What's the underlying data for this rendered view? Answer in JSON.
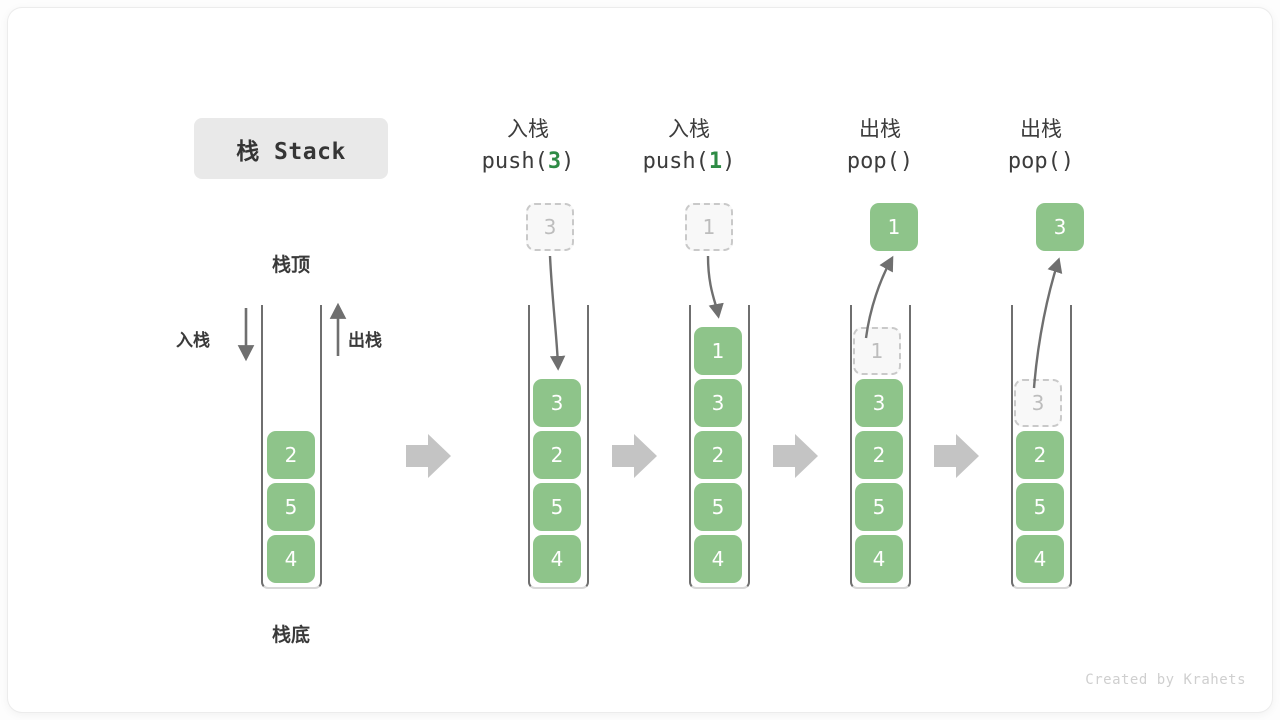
{
  "title": "栈 Stack",
  "footer": "Created by Krahets",
  "labels": {
    "top": "栈顶",
    "bottom": "栈底",
    "push_side": "入栈",
    "pop_side": "出栈"
  },
  "colors": {
    "cell_fill": "#8ec48a",
    "cell_text": "#ffffff",
    "ghost_fill": "#f8f8f8",
    "ghost_border": "#c9c9c9",
    "ghost_text": "#bdbdbd",
    "container_border": "#6f6f6f",
    "arrow_gray": "#6f6f6f",
    "step_arrow": "#c4c4c4",
    "accent_green": "#2e8b45",
    "chip_bg": "#e9e9e9"
  },
  "columns": [
    {
      "id": "initial",
      "head_cn": "",
      "head_code_prefix": "",
      "head_code_arg": "",
      "head_code_suffix": "",
      "stack": [
        "2",
        "5",
        "4"
      ],
      "ghost_inside": null,
      "ghost_above": null,
      "popped_above": null
    },
    {
      "id": "push-3",
      "head_cn": "入栈",
      "head_code_prefix": "push(",
      "head_code_arg": "3",
      "head_code_suffix": ")",
      "stack": [
        "3",
        "2",
        "5",
        "4"
      ],
      "ghost_inside": null,
      "ghost_above": "3",
      "popped_above": null
    },
    {
      "id": "push-1",
      "head_cn": "入栈",
      "head_code_prefix": "push(",
      "head_code_arg": "1",
      "head_code_suffix": ")",
      "stack": [
        "1",
        "3",
        "2",
        "5",
        "4"
      ],
      "ghost_inside": null,
      "ghost_above": "1",
      "popped_above": null
    },
    {
      "id": "pop-1",
      "head_cn": "出栈",
      "head_code_prefix": "pop(",
      "head_code_arg": "",
      "head_code_suffix": ")",
      "stack": [
        "3",
        "2",
        "5",
        "4"
      ],
      "ghost_inside": "1",
      "ghost_above": null,
      "popped_above": "1"
    },
    {
      "id": "pop-3",
      "head_cn": "出栈",
      "head_code_prefix": "pop(",
      "head_code_arg": "",
      "head_code_suffix": ")",
      "stack": [
        "2",
        "5",
        "4"
      ],
      "ghost_inside": "3",
      "ghost_above": null,
      "popped_above": "3"
    }
  ]
}
